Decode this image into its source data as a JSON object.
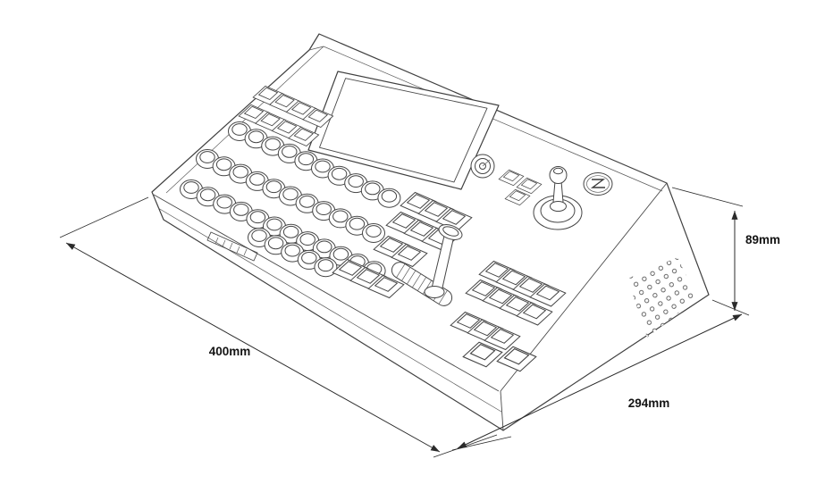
{
  "drawing": {
    "dimension_labels": {
      "width": "400mm",
      "depth": "294mm",
      "height": "89mm"
    },
    "colors": {
      "line": "#404040",
      "dimension": "#2b2b2b",
      "label_text": "#141414",
      "background": "#ffffff"
    }
  }
}
